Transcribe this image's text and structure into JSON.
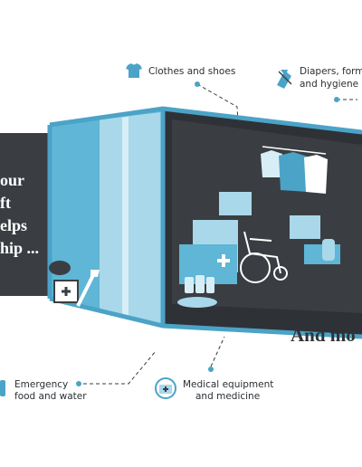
{
  "left_panel": {
    "lines": [
      "our",
      "ft",
      "elps",
      "hip ..."
    ]
  },
  "tagline": {
    "text": "And mo"
  },
  "labels": {
    "clothes": "Clothes and shoes",
    "diapers_line1": "Diapers, formu",
    "diapers_line2": "and hygiene k",
    "emergency_line1": "Emergency",
    "emergency_line2": "food and water",
    "medical_line1": "Medical equipment",
    "medical_line2": "and medicine"
  },
  "icons": {
    "clothes": "shirt-icon",
    "diapers": "bottle-icon",
    "emergency": "food-water-icon",
    "medical": "medical-kit-icon"
  },
  "colors": {
    "accent": "#4ba3c7",
    "light_blue": "#a9d8ea",
    "mid_blue": "#5fb6d6",
    "dark": "#3a3e42"
  }
}
